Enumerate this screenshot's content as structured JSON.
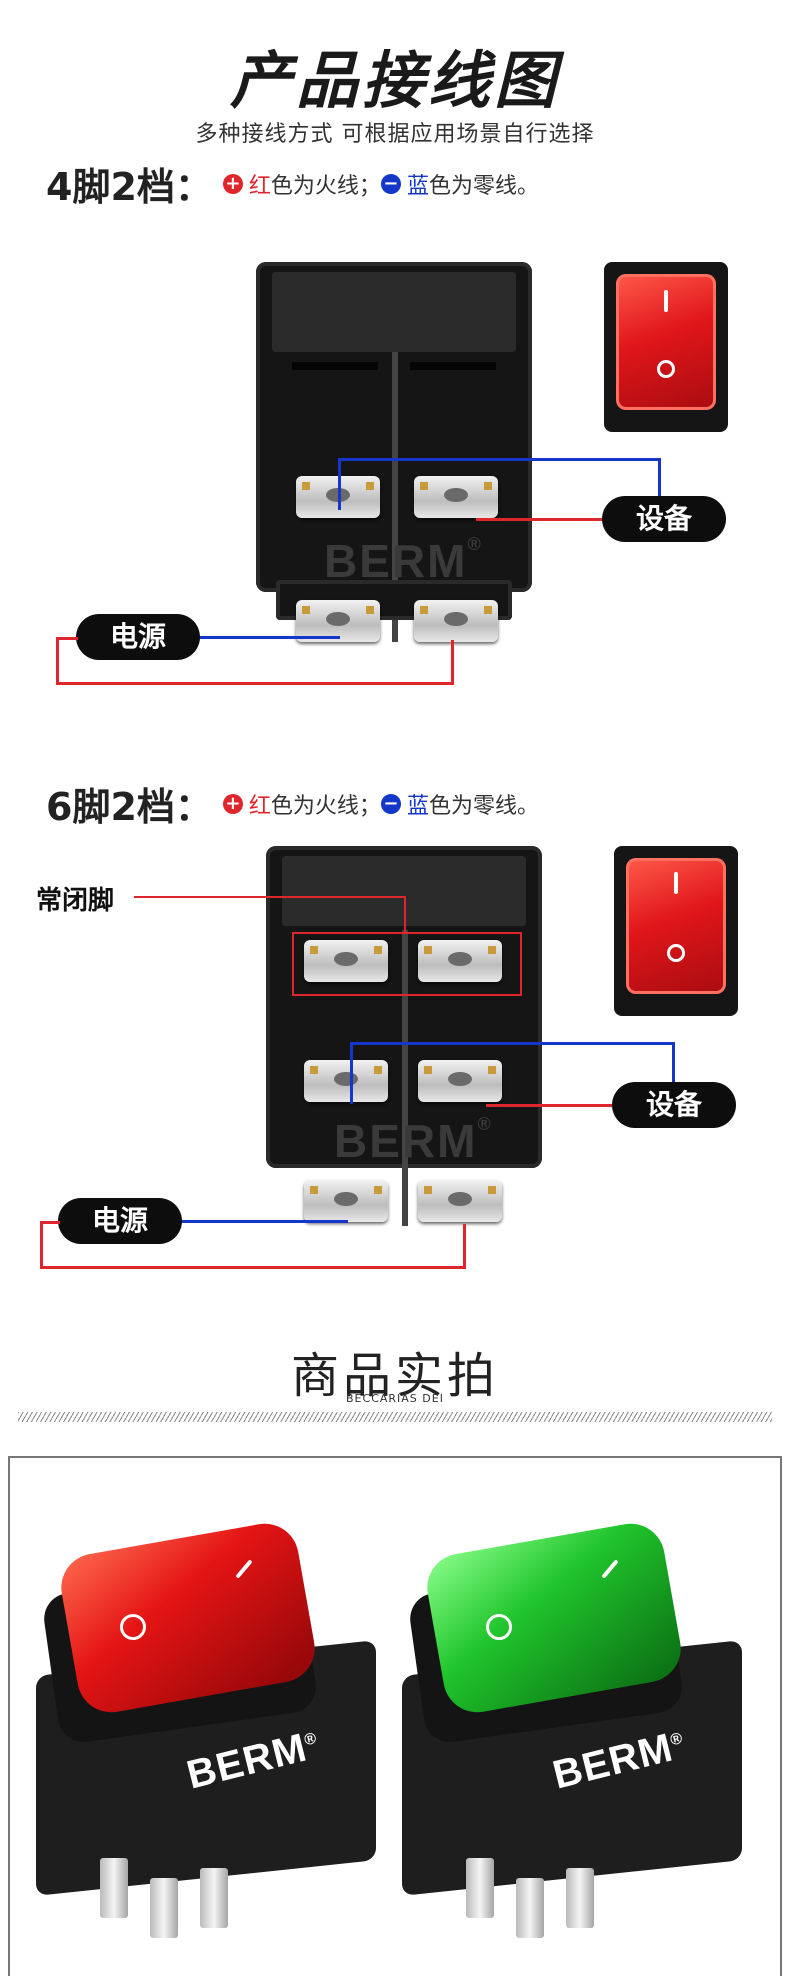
{
  "header": {
    "title": "产品接线图",
    "subtitle": "多种接线方式 可根据应用场景自行选择"
  },
  "section1": {
    "heading": "4脚2档",
    "colon": "：",
    "red_symbol": "+",
    "red_word": "红",
    "red_text": "色为火线；",
    "blue_symbol": "−",
    "blue_word": "蓝",
    "blue_text": "色为零线。",
    "device_label": "设备",
    "power_label": "电源",
    "watermark": "BERM",
    "registered": "®",
    "rocker_on": "I",
    "rocker_off": "O"
  },
  "section2": {
    "heading": "6脚2档",
    "colon": "：",
    "red_symbol": "+",
    "red_word": "红",
    "red_text": "色为火线；",
    "blue_symbol": "−",
    "blue_word": "蓝",
    "blue_text": "色为零线。",
    "nc_label": "常闭脚",
    "device_label": "设备",
    "power_label": "电源",
    "watermark": "BERM",
    "registered": "®"
  },
  "photos": {
    "title": "商品实拍",
    "subtitle": "BECCARIAS DEI",
    "products": [
      {
        "color": "red",
        "logo": "BERM",
        "registered": "®"
      },
      {
        "color": "green",
        "logo": "BERM",
        "registered": "®"
      }
    ]
  },
  "colors": {
    "live": "#e0262d",
    "neutral": "#1537c9",
    "switch_body": "#151515"
  }
}
